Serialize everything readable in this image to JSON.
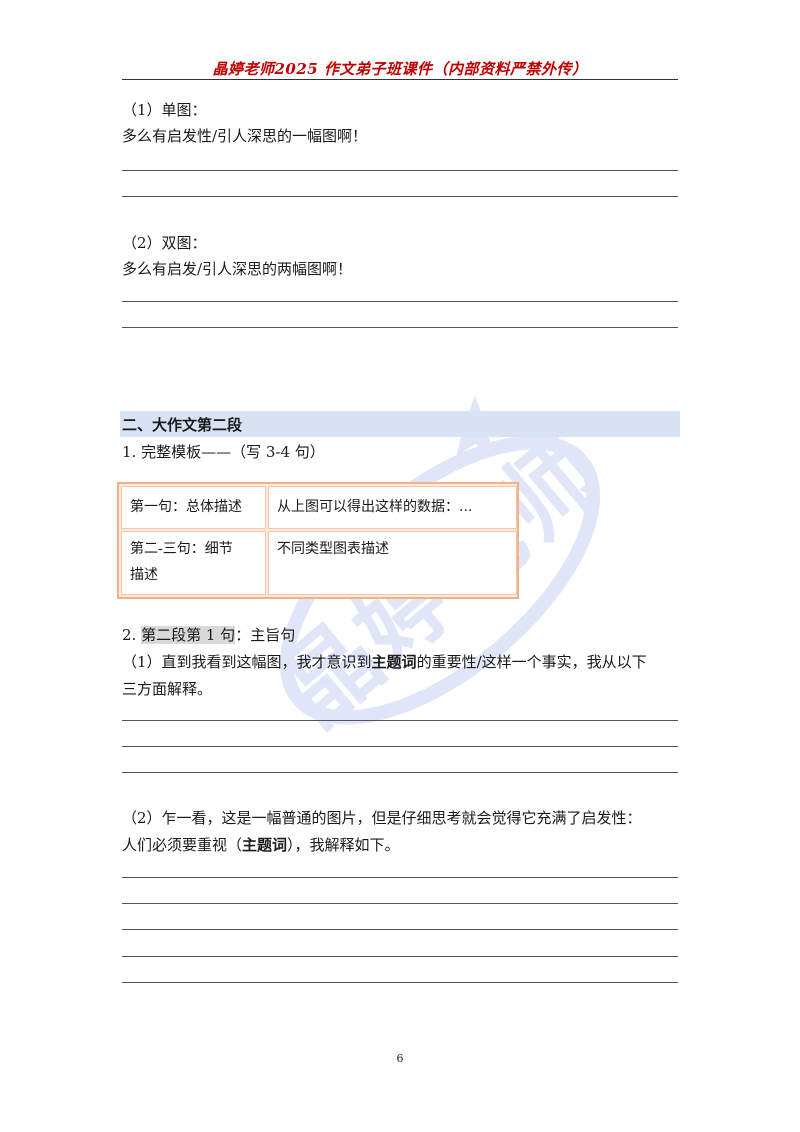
{
  "header": {
    "title": "晶婷老师2025 作文弟子班课件（内部资料严禁外传）"
  },
  "part1": {
    "single_label": "（1）单图：",
    "single_text": "多么有启发性/引人深思的一幅图啊！",
    "double_label": "（2）双图：",
    "double_text": "多么有启发/引人深思的两幅图啊！"
  },
  "section2": {
    "heading": "二、大作文第二段",
    "template_label": "1. 完整模板——（写 3-4 句）",
    "table": [
      {
        "sentence": "第一句：总体描述",
        "content": "从上图可以得出这样的数据：..."
      },
      {
        "sentence_line1": "第二-三句：细节",
        "sentence_line2": "描述",
        "content": "不同类型图表描述"
      }
    ],
    "item2_num": "2.",
    "item2_highlight": "第二段第 1 句",
    "item2_rest": "：主旨句",
    "option1_line1_a": "（1）直到我看到这幅图，我才意识到",
    "option1_keyword": "主题词",
    "option1_line1_b": "的重要性/这样一个事实，我从以下",
    "option1_line2": "三方面解释。",
    "option2_line1": "（2）乍一看，这是一幅普通的图片，但是仔细思考就会觉得它充满了启发性：",
    "option2_line2_a": "人们必须要重视（",
    "option2_keyword": "主题词",
    "option2_line2_b": "），我解释如下。"
  },
  "watermark": {
    "text": "晶婷老师"
  },
  "footer": {
    "page_number": "6"
  },
  "colors": {
    "header": "#c00000",
    "section_bar": "#d9e2f3",
    "table_border": "#f4b183",
    "watermark": "#2f55d4"
  }
}
